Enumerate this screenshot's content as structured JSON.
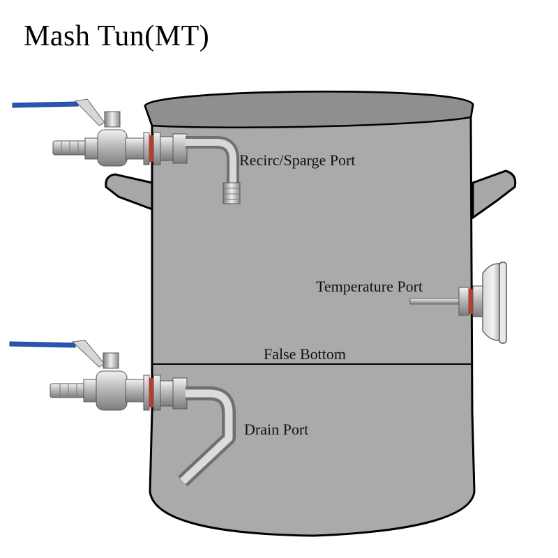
{
  "title": "Mash Tun(MT)",
  "labels": {
    "recirc_port": "Recirc/Sparge Port",
    "temperature_port": "Temperature Port",
    "false_bottom": "False Bottom",
    "drain_port": "Drain Port"
  },
  "colors": {
    "pot_body": "#a9aaab",
    "pot_outline": "#000000",
    "steel": "#c9cacb",
    "valve_handle": "#2a55b8",
    "gasket": "#c0392b"
  },
  "icons": [
    "ball-valve-icon",
    "thermometer-icon",
    "elbow-pipe-icon",
    "dip-tube-icon"
  ]
}
